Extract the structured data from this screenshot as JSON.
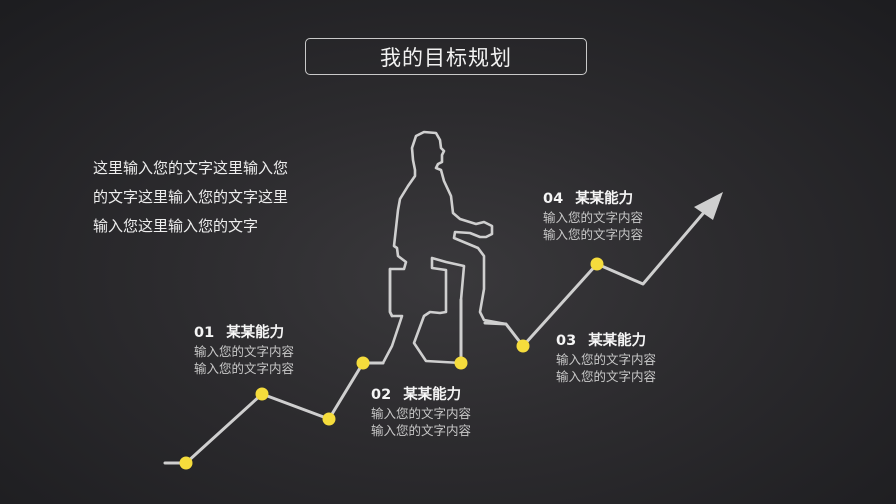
{
  "slide": {
    "title": "我的目标规划",
    "intro_lines": [
      "这里输入您的文字这里输入您",
      "的文字这里输入您的文字这里",
      "输入您这里输入您的文字"
    ],
    "steps": [
      {
        "num": "01",
        "title": "某某能力",
        "desc": [
          "输入您的文字内容",
          "输入您的文字内容"
        ]
      },
      {
        "num": "02",
        "title": "某某能力",
        "desc": [
          "输入您的文字内容",
          "输入您的文字内容"
        ]
      },
      {
        "num": "03",
        "title": "某某能力",
        "desc": [
          "输入您的文字内容",
          "输入您的文字内容"
        ]
      },
      {
        "num": "04",
        "title": "某某能力",
        "desc": [
          "输入您的文字内容",
          "输入您的文字内容"
        ]
      }
    ],
    "icons": {
      "figure": "walking-businessman-outline-icon",
      "arrow": "arrow-up-right-icon",
      "milestone": "yellow-dot-icon"
    },
    "colors": {
      "background": "#2c2b2e",
      "line": "#cfcfcf",
      "dot": "#f5dc3c",
      "text": "#eeeeee"
    }
  }
}
